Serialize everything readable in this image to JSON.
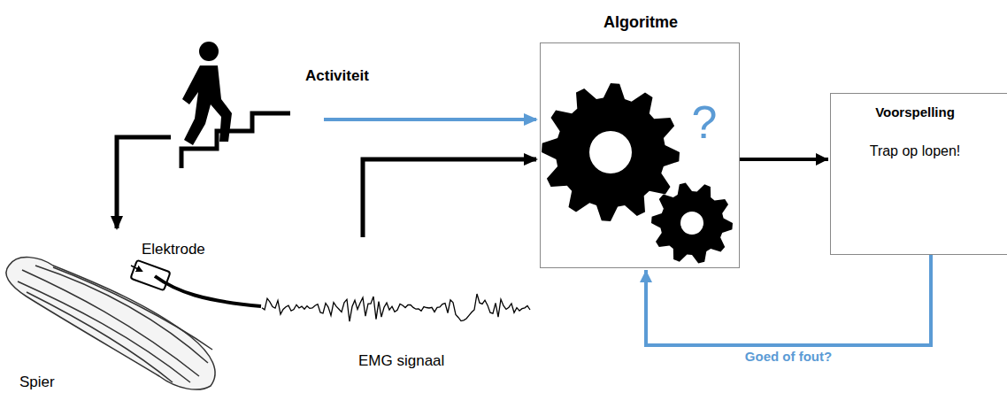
{
  "diagram": {
    "nodes": [
      {
        "text": [
          "Algoritme",
          "?"
        ]
      },
      {
        "text": [
          "Voorspelling",
          "Trap op lopen!"
        ]
      }
    ],
    "edges": [
      {
        "from": 0,
        "to": 1,
        "arrow": "to"
      },
      {
        "from": 1,
        "to": 0,
        "label": "Goed of fout?",
        "arrow": "to"
      }
    ],
    "labels": [
      "Activiteit",
      "Elektrode",
      "EMG signaal",
      "Spier"
    ]
  }
}
